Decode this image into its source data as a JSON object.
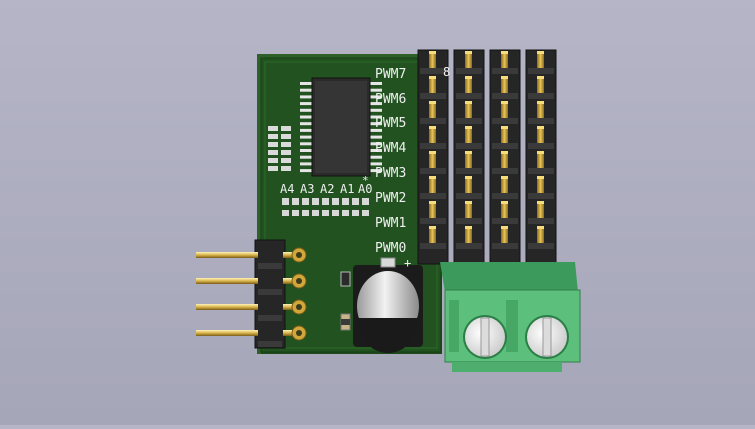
{
  "board": {
    "pwm_labels": [
      "PWM7",
      "PWM6",
      "PWM5",
      "PWM4",
      "PWM3",
      "PWM2",
      "PWM1",
      "PWM0"
    ],
    "address_labels": [
      "A4",
      "A3",
      "A2",
      "A1",
      "A0"
    ],
    "asterisk": "*",
    "header_number": "8",
    "polarity_mark": "+"
  },
  "colors": {
    "background": "#aeaec0",
    "pcb": "#1e4a1c",
    "silkscreen": "#f0f0f0",
    "gold": "#d1a73a",
    "terminal_block": "#5cbf7c"
  }
}
